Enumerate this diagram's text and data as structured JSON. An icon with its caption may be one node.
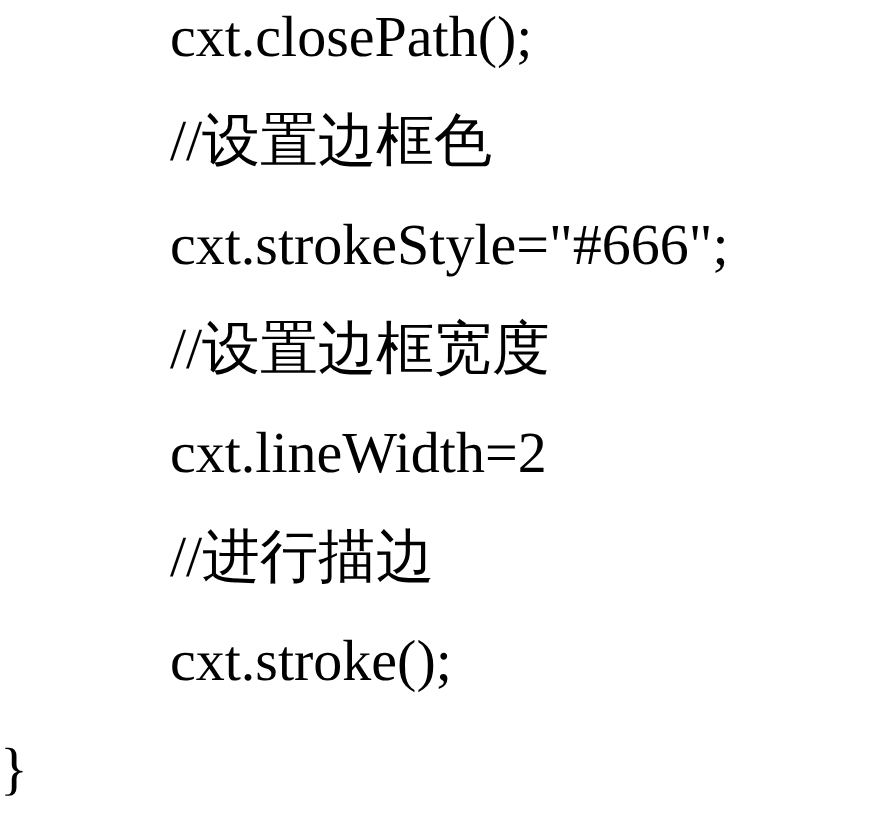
{
  "diagram": {
    "labels": [
      "cxt.closePath();",
      "//设置边框色",
      "cxt.strokeStyle=\"#666\";",
      "//设置边框宽度",
      "cxt.lineWidth=2",
      "//进行描边",
      "cxt.stroke();",
      "}"
    ]
  }
}
